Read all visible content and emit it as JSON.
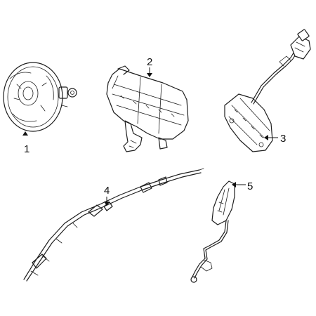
{
  "callouts": {
    "c1": "1",
    "c2": "2",
    "c3": "3",
    "c4": "4",
    "c5": "5"
  },
  "colors": {
    "line": "#1e1e1e",
    "background": "#ffffff"
  }
}
